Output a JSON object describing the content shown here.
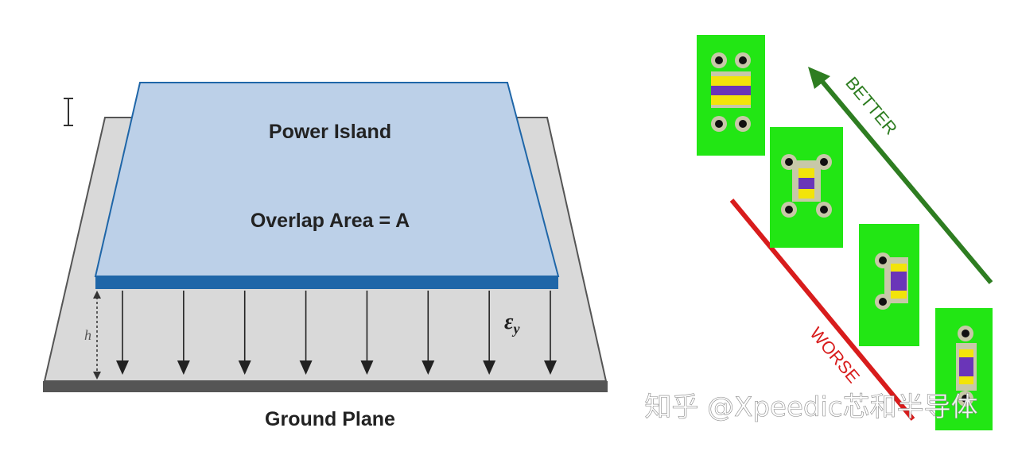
{
  "left_diagram": {
    "island_label": "Power Island",
    "overlap_label": "Overlap Area = A",
    "ground_label": "Ground Plane",
    "height_symbol": "h",
    "permittivity_symbol": "ε",
    "permittivity_subscript": "y",
    "field_arrow_count": 8,
    "colors": {
      "island_fill": "#bcd0e8",
      "island_edge": "#1f66a8",
      "ground_fill": "#d9d9d9",
      "ground_edge": "#555555",
      "arrow": "#222222"
    }
  },
  "right_diagram": {
    "better_label": "BETTER",
    "worse_label": "WORSE",
    "colors": {
      "board": "#22e614",
      "better_arrow": "#2e7d21",
      "worse_arrow": "#d81c1c",
      "pad": "#c8c8a8",
      "cap_yellow": "#f2e40a",
      "cap_purple": "#6a35b8",
      "via": "#111111"
    }
  },
  "watermark": "知乎 @Xpeedic芯和半导体"
}
